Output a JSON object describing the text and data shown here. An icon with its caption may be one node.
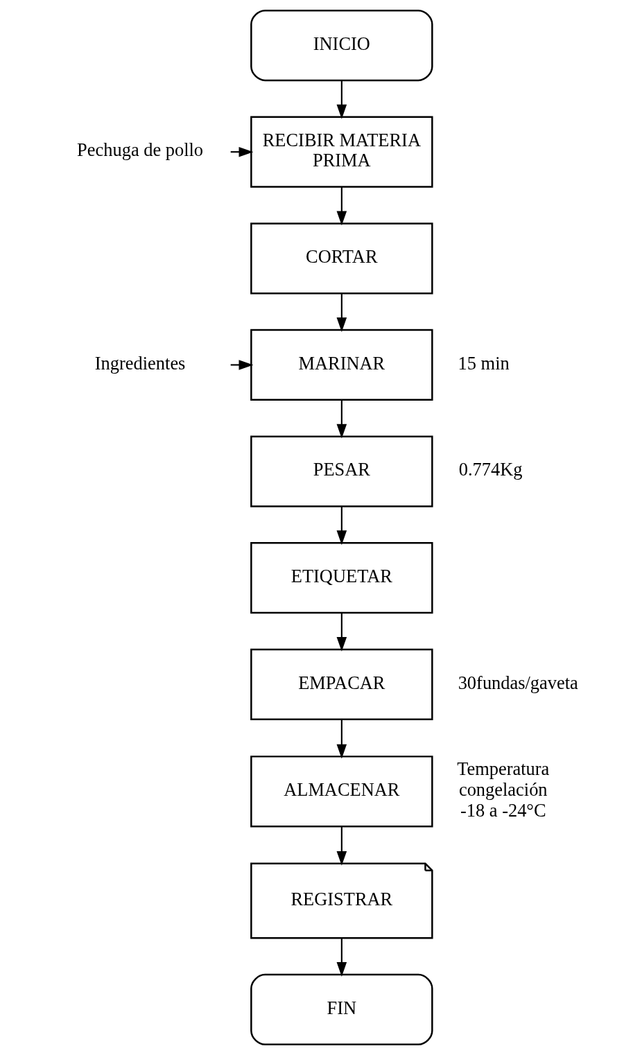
{
  "diagram": {
    "nodes": [
      {
        "text": [
          "INICIO"
        ]
      },
      {
        "text": [
          "Pechuga de pollo"
        ]
      },
      {
        "text": [
          "RECIBIR MATERIA PRIMA"
        ]
      },
      {
        "text": [
          "CORTAR"
        ]
      },
      {
        "text": [
          "Ingredientes"
        ]
      },
      {
        "text": [
          "MARINAR"
        ],
        "beside": [
          "15 min"
        ]
      },
      {
        "text": [
          "PESAR"
        ],
        "beside": [
          "0.774Kg"
        ]
      },
      {
        "text": [
          "ETIQUETAR"
        ]
      },
      {
        "text": [
          "EMPACAR"
        ],
        "beside": [
          "30fundas/gaveta"
        ]
      },
      {
        "text": [
          "ALMACENAR"
        ],
        "beside": [
          "Temperatura congelación -18 a -24°C"
        ]
      },
      {
        "text": [
          "REGISTRAR"
        ]
      },
      {
        "text": [
          "FIN"
        ]
      }
    ],
    "edges": [
      {
        "from": 0,
        "to": 2,
        "arrow": "to"
      },
      {
        "from": 1,
        "to": 2,
        "arrow": "to"
      },
      {
        "from": 2,
        "to": 3,
        "arrow": "to"
      },
      {
        "from": 3,
        "to": 5,
        "arrow": "to"
      },
      {
        "from": 4,
        "to": 5,
        "arrow": "to"
      },
      {
        "from": 5,
        "to": 6,
        "arrow": "to"
      },
      {
        "from": 6,
        "to": 7,
        "arrow": "to"
      },
      {
        "from": 7,
        "to": 8,
        "arrow": "to"
      },
      {
        "from": 8,
        "to": 9,
        "arrow": "to"
      },
      {
        "from": 9,
        "to": 10,
        "arrow": "to"
      },
      {
        "from": 10,
        "to": 11,
        "arrow": "to"
      }
    ]
  }
}
